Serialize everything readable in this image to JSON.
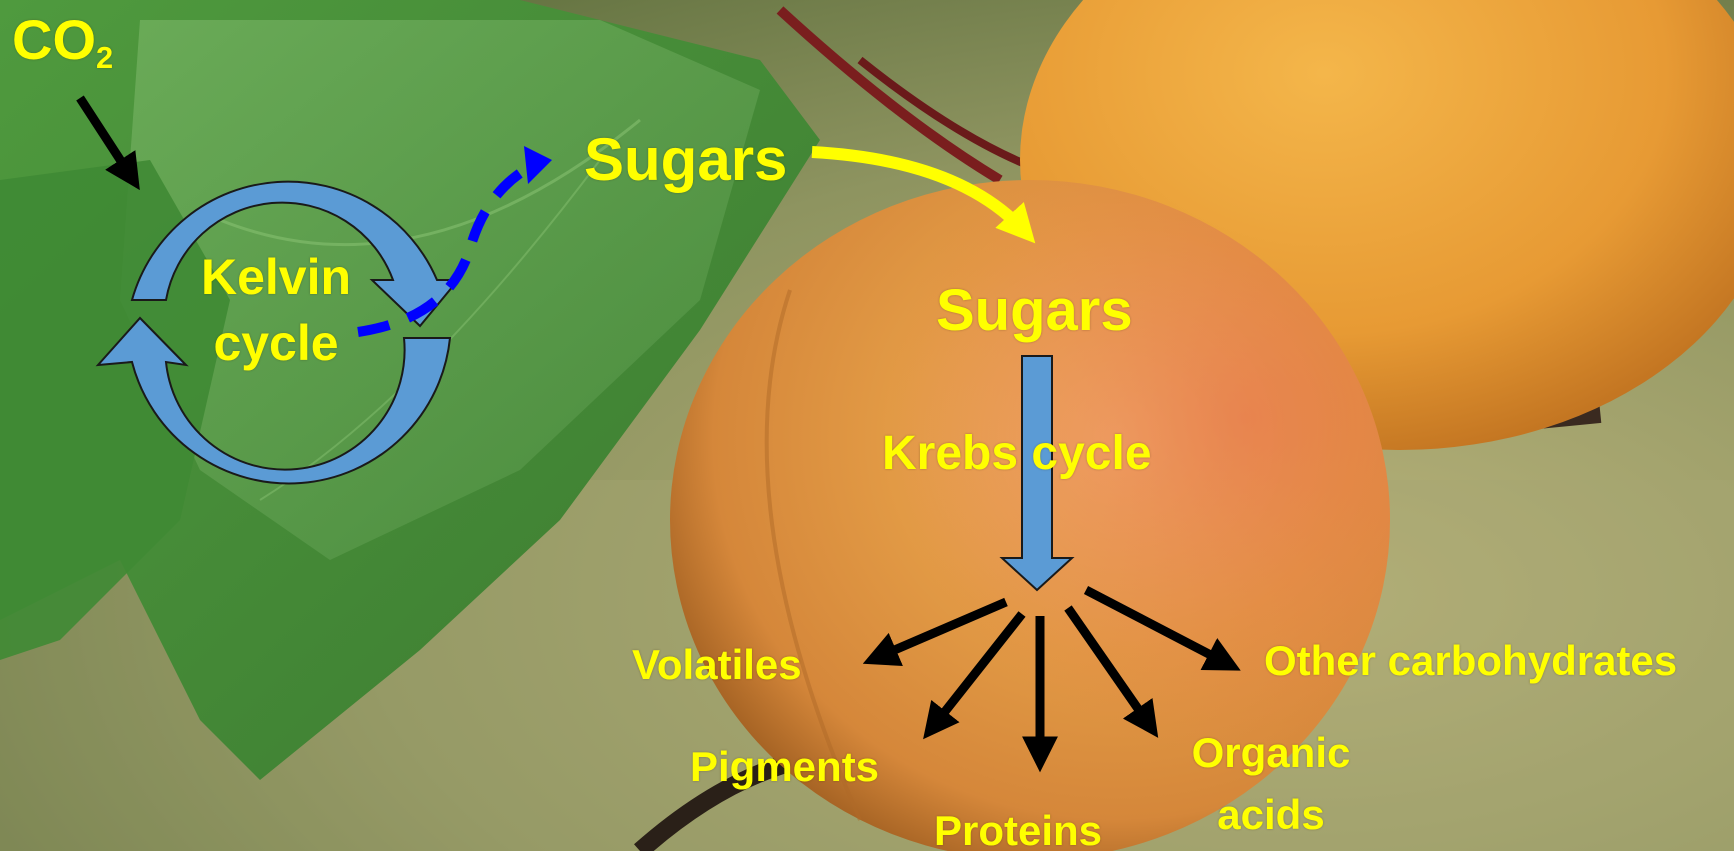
{
  "labels": {
    "co2": "CO",
    "co2_subscript": "2",
    "kelvin_line1": "Kelvin",
    "kelvin_line2": "cycle",
    "sugars_leaf": "Sugars",
    "sugars_fruit": "Sugars",
    "krebs": "Krebs cycle",
    "volatiles": "Volatiles",
    "pigments": "Pigments",
    "proteins": "Proteins",
    "organic_line1": "Organic",
    "organic_line2": "acids",
    "other_carbs": "Other carbohydrates"
  },
  "colors": {
    "label": "#ffff00",
    "cycle_arrow": "#5b9bd5",
    "export_arrow": "#0000ff",
    "transport_arrow": "#ffff00",
    "product_arrows": "#000000"
  }
}
